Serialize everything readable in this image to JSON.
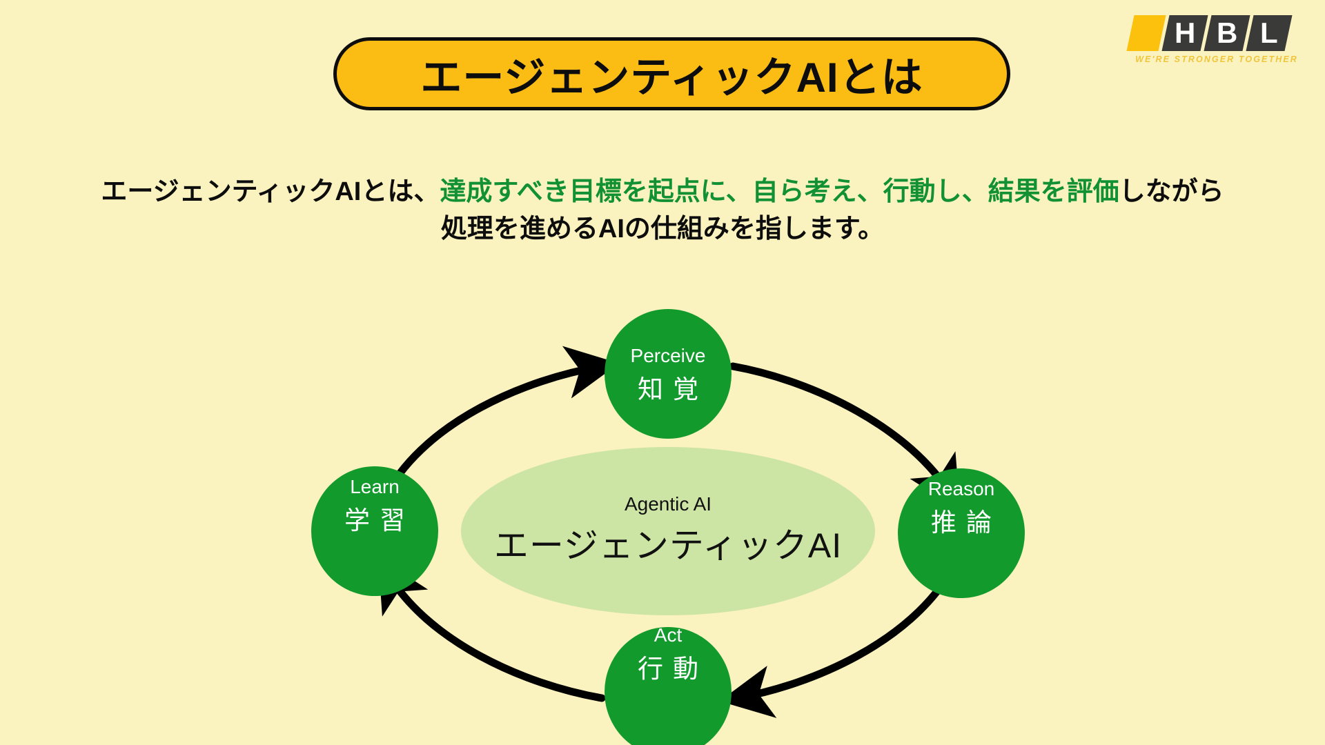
{
  "page": {
    "background_color": "#faf2bf",
    "accent_yellow": "#fbbd14",
    "accent_green": "#119134",
    "node_green": "#129a2c",
    "core_ellipse_green": "#cde5a4"
  },
  "logo": {
    "letters": [
      "H",
      "B",
      "L"
    ],
    "tagline": "WE'RE STRONGER TOGETHER"
  },
  "title": {
    "text": "エージェンティックAIとは"
  },
  "lead": {
    "segment_1": "エージェンティックAIとは、",
    "segment_2_highlight": "達成すべき目標を起点に、自ら考え、行動し、結果を評価",
    "segment_3": "しながら",
    "line_2": "処理を進めるAIの仕組みを指します。"
  },
  "diagram": {
    "core": {
      "label_en": "Agentic AI",
      "label_jp": "エージェンティックAI"
    },
    "nodes": [
      {
        "id": "perceive",
        "label_en": "Perceive",
        "label_jp": "知覚",
        "position": "top"
      },
      {
        "id": "reason",
        "label_en": "Reason",
        "label_jp": "推論",
        "position": "right"
      },
      {
        "id": "act",
        "label_en": "Act",
        "label_jp": "行動",
        "position": "bottom"
      },
      {
        "id": "learn",
        "label_en": "Learn",
        "label_jp": "学習",
        "position": "left"
      }
    ],
    "flow": [
      "learn",
      "perceive",
      "reason",
      "act",
      "learn"
    ]
  }
}
